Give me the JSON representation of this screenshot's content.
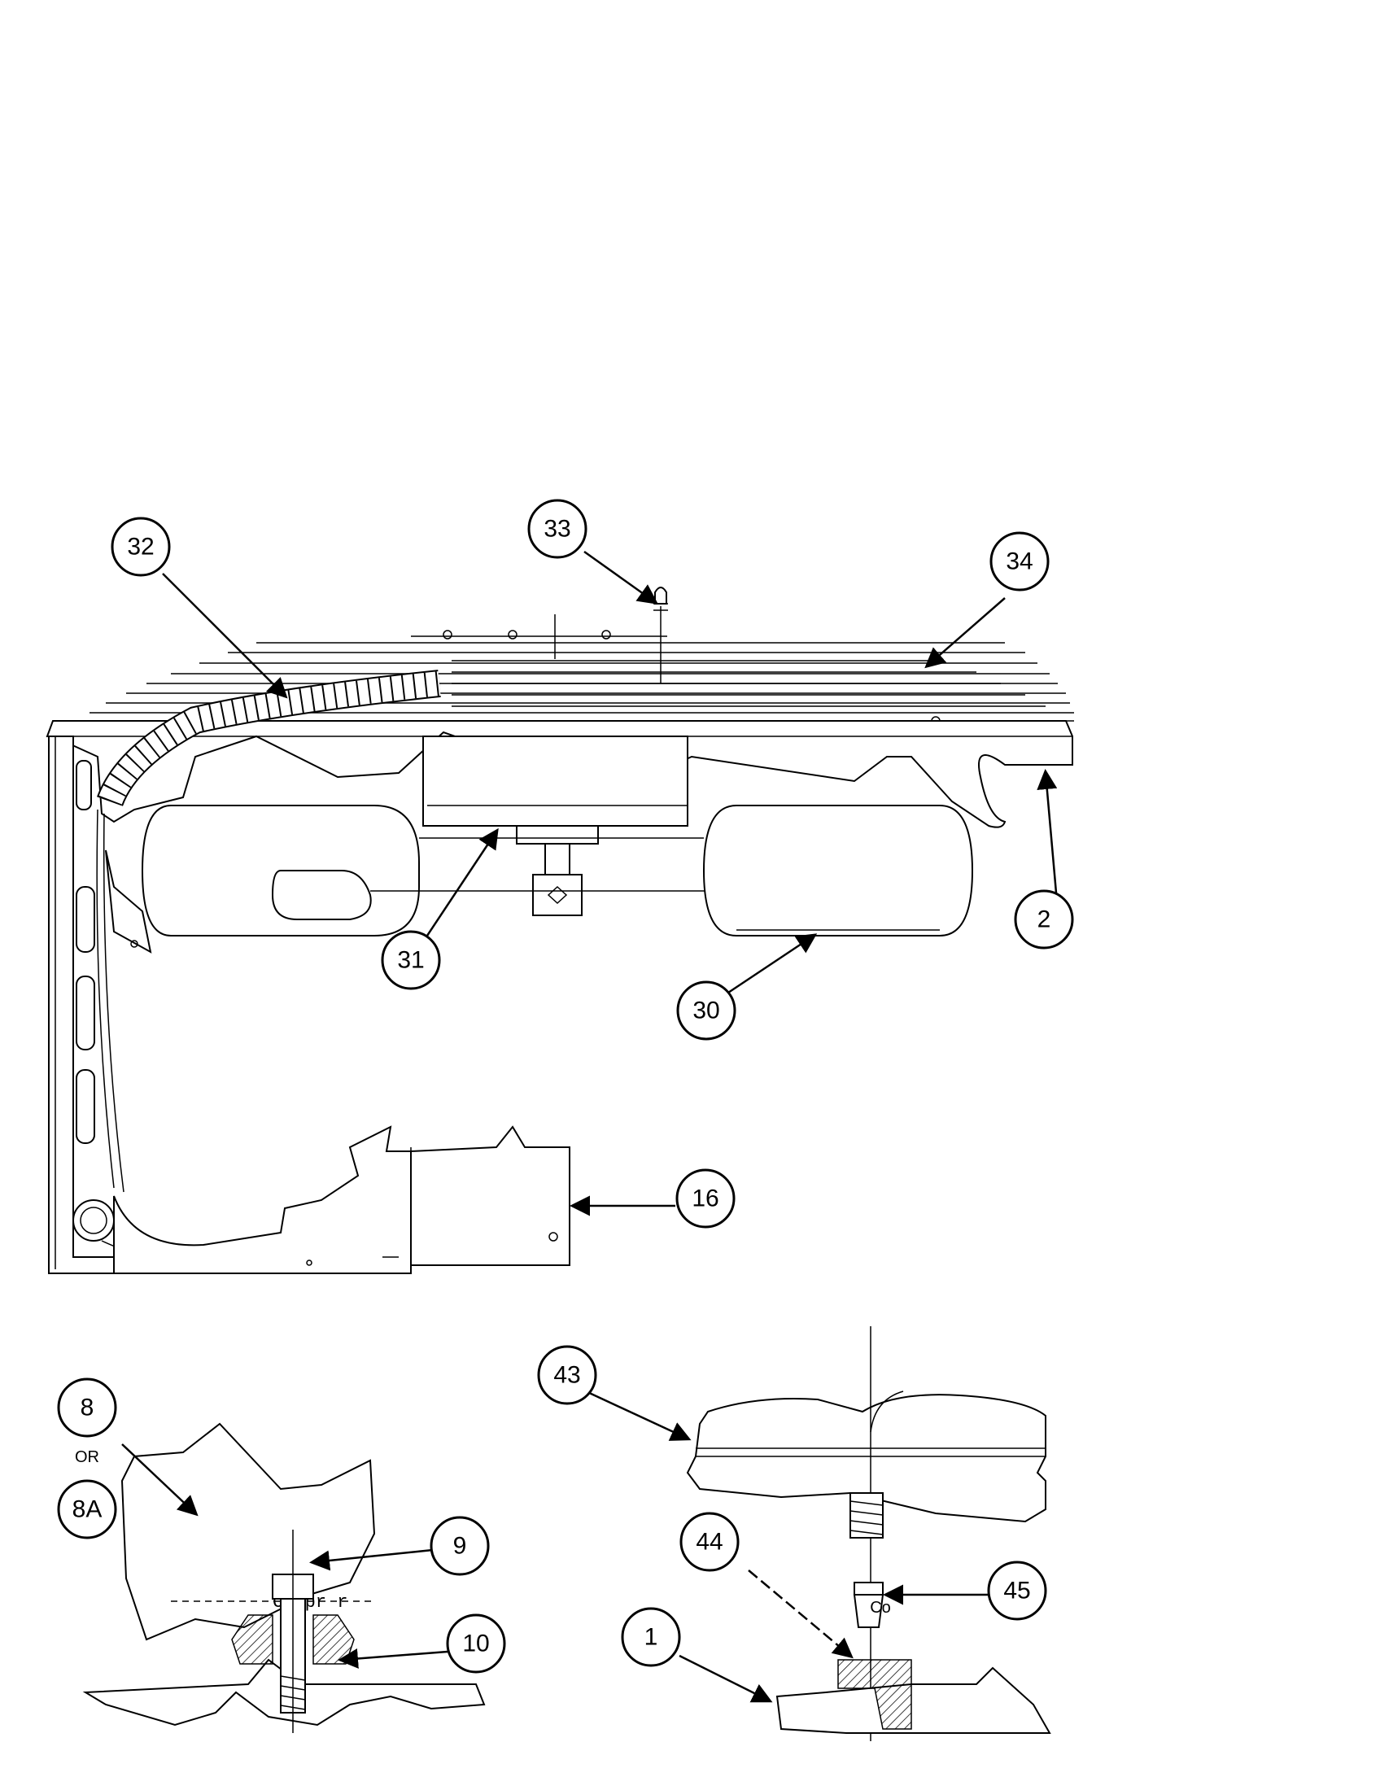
{
  "callouts": {
    "c1": "1",
    "c2": "2",
    "c8": "8",
    "c8a": "8A",
    "c9": "9",
    "c10": "10",
    "c16": "16",
    "c30": "30",
    "c31": "31",
    "c32": "32",
    "c33": "33",
    "c34": "34",
    "c43": "43",
    "c44": "44",
    "c45": "45"
  },
  "labels": {
    "or_text": "OR",
    "compressor_partial": "Compr  r",
    "co_partial": "Co"
  }
}
